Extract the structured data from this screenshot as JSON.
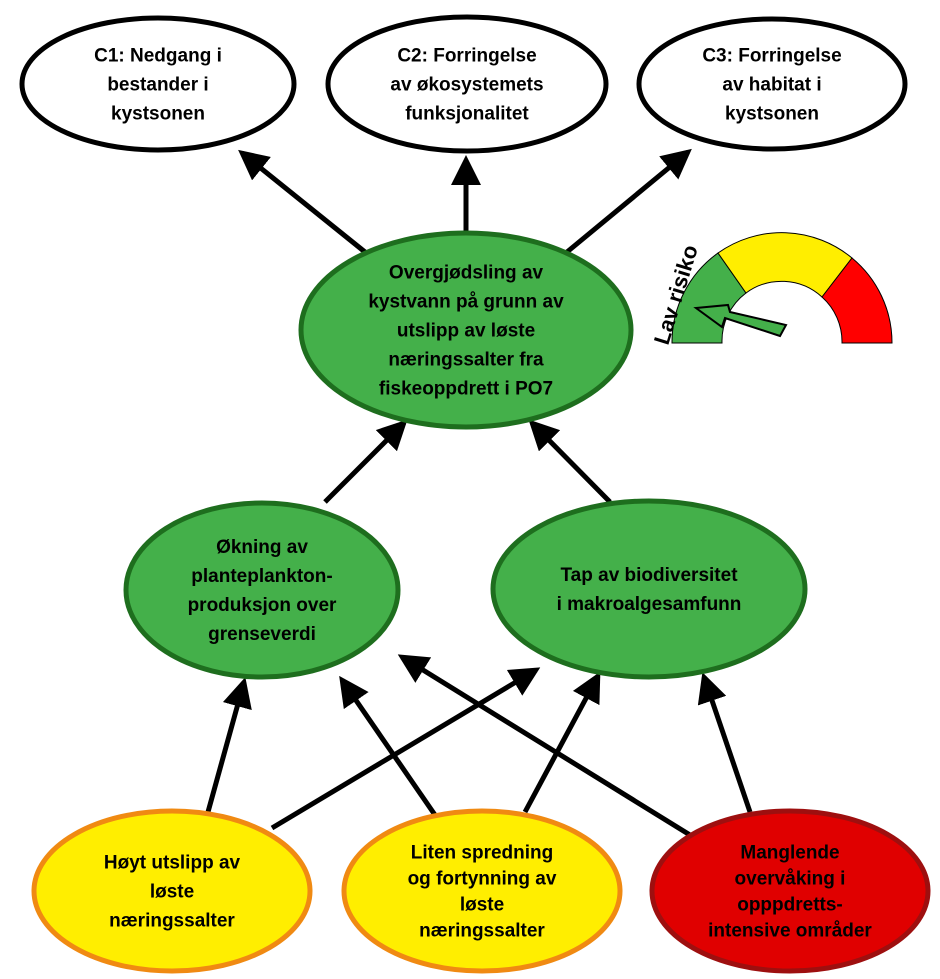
{
  "nodes": {
    "c1": {
      "lines": [
        "C1: Nedgang i",
        "bestander i",
        "kystsonen"
      ],
      "fill": "#ffffff",
      "stroke": "#000000"
    },
    "c2": {
      "lines": [
        "C2: Forringelse",
        "av økosystemets",
        "funksjonalitet"
      ],
      "fill": "#ffffff",
      "stroke": "#000000"
    },
    "c3": {
      "lines": [
        "C3: Forringelse",
        "av habitat i",
        "kystsonen"
      ],
      "fill": "#ffffff",
      "stroke": "#000000"
    },
    "main": {
      "lines": [
        "Overgjødsling av",
        "kystvann på grunn av",
        "utslipp av løste",
        "næringssalter fra",
        "fiskeoppdrett i PO7"
      ],
      "fill": "#44b04a",
      "stroke": "#1e6e1e"
    },
    "plankton": {
      "lines": [
        "Økning av",
        "planteplankton-",
        "produksjon over",
        "grenseverdi"
      ],
      "fill": "#44b04a",
      "stroke": "#1e6e1e"
    },
    "biodiv": {
      "lines": [
        "Tap av biodiversitet",
        "i makroalgesamfunn"
      ],
      "fill": "#44b04a",
      "stroke": "#1e6e1e"
    },
    "utslipp": {
      "lines": [
        "Høyt utslipp av",
        "løste",
        "næringssalter"
      ],
      "fill": "#ffee00",
      "stroke": "#f08a12"
    },
    "spredning": {
      "lines": [
        "Liten spredning",
        "og fortynning av",
        "løste",
        "næringssalter"
      ],
      "fill": "#ffee00",
      "stroke": "#f08a12"
    },
    "overvaking": {
      "lines": [
        "Manglende",
        "overvåking i",
        "opppdretts-",
        "intensive områder"
      ],
      "fill": "#e00000",
      "stroke": "#9e0f0f"
    }
  },
  "gauge": {
    "label": "Lav risiko",
    "colors": {
      "low": "#44b04a",
      "medium": "#ffee00",
      "high": "#ff0000",
      "needle": "#44b04a"
    },
    "level": "low"
  }
}
